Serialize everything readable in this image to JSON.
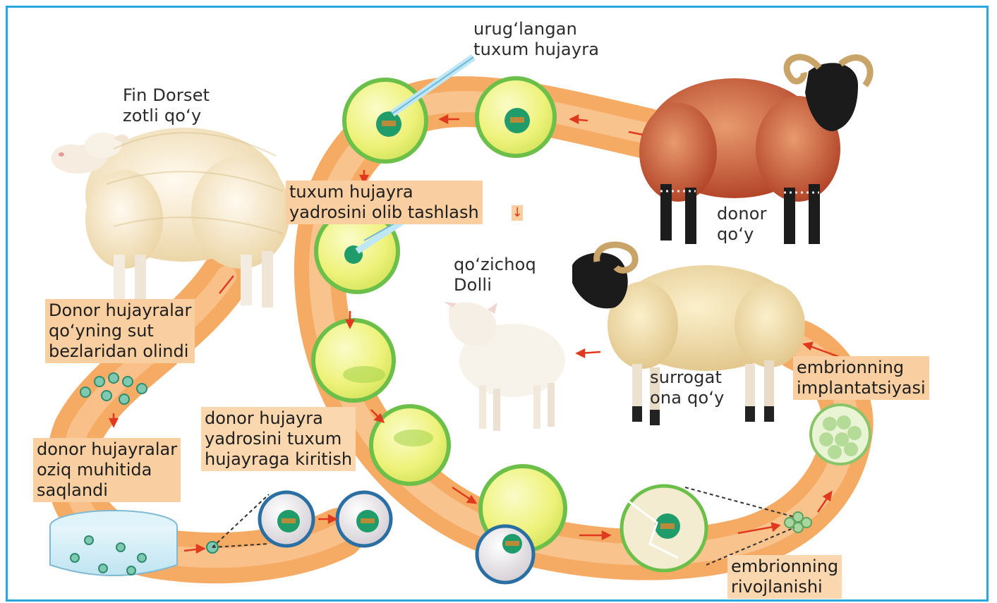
{
  "labels": {
    "fin_dorset": "Fin Dorset\nzotli qo‘y",
    "fertilized_egg": "urug‘langan\ntuxum hujayra",
    "donor_sheep": "donor\nqo‘y",
    "lamb": "qo‘zichoq\nDolli",
    "surrogate": "surrogat\nona qo‘y"
  },
  "steps": {
    "donor_cells": "Donor hujayralar\nqo‘yning sut\nbezlaridan olindi",
    "culture": "donor hujayralar\noziq muhitida\nsaqlandi",
    "remove_nucleus": "tuxum hujayra\nyadrosini olib tashlash",
    "insert_nucleus": "donor hujayra\nyadrosini tuxum\nhujayraga kiritish",
    "implantation": "embrionning\nimplantatsiyasi",
    "development": "embrionning\nrivojlanishi"
  },
  "colors": {
    "frame": "#29a8e0",
    "band": "#f6a65c",
    "label_box": "#f9cfa2",
    "arrow": "#e03a1e",
    "cell_fill": "#eef27a",
    "cell_border": "#6cc04a",
    "nucleus": "#1f9c6a"
  },
  "icons": {
    "arrow": "arrow-icon",
    "down_arrow": "down-arrow-icon"
  }
}
